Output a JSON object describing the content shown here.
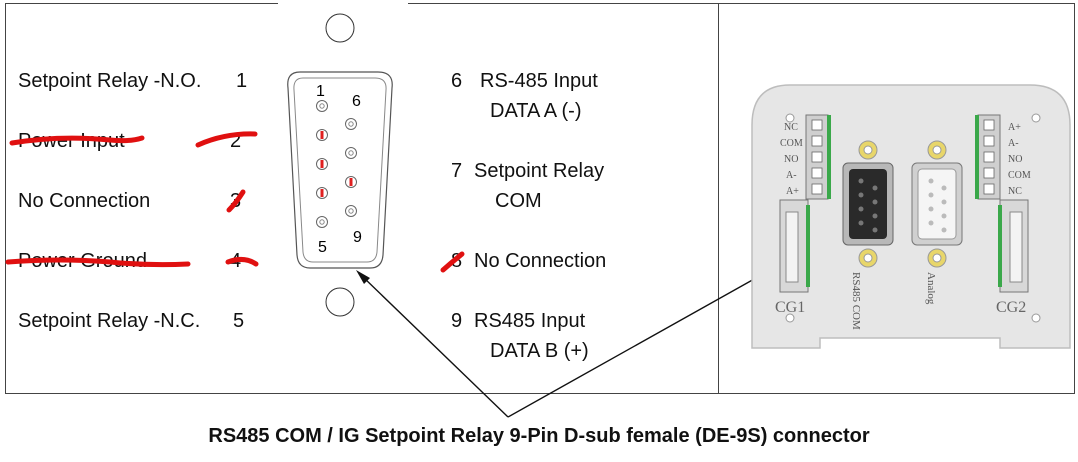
{
  "left_pins": [
    {
      "label": "Setpoint Relay -N.O.",
      "num": "1"
    },
    {
      "label": "Power Input",
      "num": "2"
    },
    {
      "label": "No Connection",
      "num": "3"
    },
    {
      "label": "Power Ground",
      "num": "4"
    },
    {
      "label": "Setpoint Relay -N.C.",
      "num": "5"
    }
  ],
  "right_pins": [
    {
      "num": "6",
      "line1": "RS-485 Input",
      "line2": "DATA A (-)"
    },
    {
      "num": "7",
      "line1": "Setpoint Relay",
      "line2": "COM"
    },
    {
      "num": "8",
      "line1": "No Connection",
      "line2": ""
    },
    {
      "num": "9",
      "line1": "RS485 Input",
      "line2": "DATA B (+)"
    }
  ],
  "connector_labels": {
    "pin1": "1",
    "pin6": "6",
    "pin5": "5",
    "pin9": "9"
  },
  "panel": {
    "left_terminal": [
      "NC",
      "COM",
      "NO",
      "A-",
      "A+"
    ],
    "right_terminal": [
      "A+",
      "A-",
      "NO",
      "COM",
      "NC"
    ],
    "cg1": "CG1",
    "cg2": "CG2",
    "com_label": "RS485 COM",
    "analog_label": "Analog"
  },
  "caption": "RS485 COM / IG Setpoint Relay 9-Pin D-sub female (DE-9S) connector",
  "colors": {
    "strike": "#e01010",
    "pin_red": "#e02020",
    "panel": "#e6e6e6",
    "panel_edge": "#bdbdbd",
    "terminal_green": "#3aa84a"
  }
}
